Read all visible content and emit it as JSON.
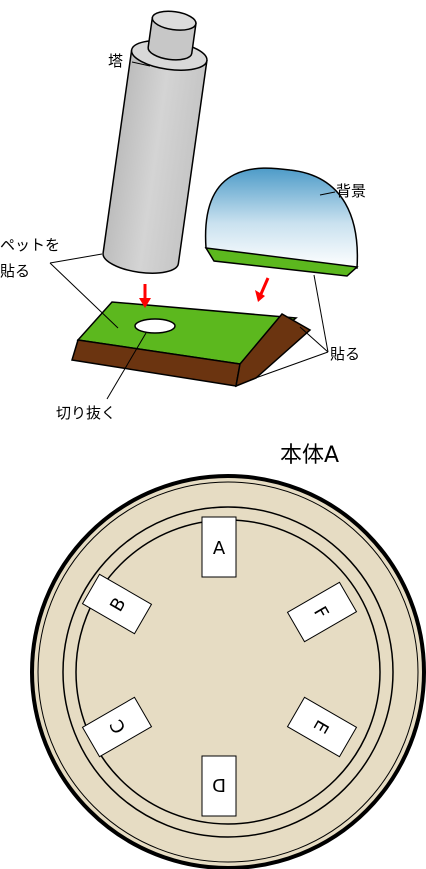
{
  "labels": {
    "tower": "塔",
    "background": "背景",
    "paste_sheet_line1": "ペットを",
    "paste_sheet_line2": "貼る",
    "paste": "貼る",
    "cut_out": "切り抜く",
    "body": "本体A"
  },
  "slots": {
    "a": "A",
    "b": "B",
    "c": "C",
    "d": "D",
    "e": "E",
    "f": "F"
  },
  "colors": {
    "grass": "#5cb81e",
    "soil": "#6b3410",
    "cylinder": "#cfcfcf",
    "disc": "#e6dcc3",
    "arrow": "#ff0000",
    "sky_top": "#4d9bc8"
  }
}
